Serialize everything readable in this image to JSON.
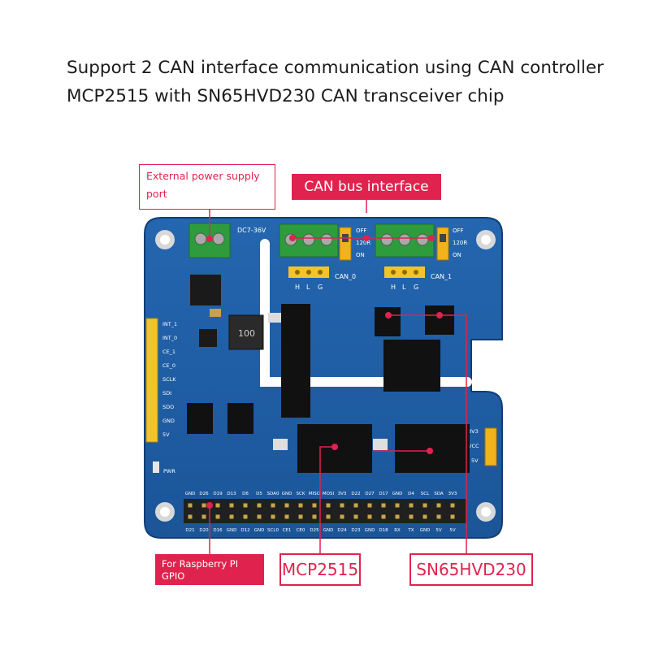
{
  "heading": {
    "line1": "Support 2 CAN interface communication using CAN controller",
    "line2": "MCP2515 with SN65HVD230 CAN transceiver chip"
  },
  "callouts": {
    "power_port": "External power supply port",
    "can_bus": "CAN bus interface",
    "gpio": "For Raspberry PI GPIO",
    "mcp": "MCP2515",
    "transceiver": "SN65HVD230"
  },
  "board": {
    "dc_label": "DC7-36V",
    "can0_label": "CAN_0",
    "can1_label": "CAN_1",
    "hlg": [
      "H",
      "L",
      "G"
    ],
    "switch_labels": [
      "OFF",
      "120R",
      "ON"
    ],
    "inductor_label": "100",
    "left_pins": [
      "INT_1",
      "INT_0",
      "CE_1",
      "CE_0",
      "SCLK",
      "SDI",
      "SDO",
      "GND",
      "5V"
    ],
    "right_pins": [
      "3V3",
      "VCC",
      "5V"
    ],
    "pwr_label": "PWR",
    "top_gpio": [
      "GND",
      "D26",
      "D19",
      "D13",
      "D6",
      "D5",
      "SDA0",
      "GND",
      "SCK",
      "MISO",
      "MOSI",
      "3V3",
      "D22",
      "D27",
      "D17",
      "GND",
      "D4",
      "SCL",
      "SDA",
      "3V3"
    ],
    "bottom_gpio": [
      "D21",
      "D20",
      "D16",
      "GND",
      "D12",
      "GND",
      "SCL0",
      "CE1",
      "CE0",
      "D25",
      "GND",
      "D24",
      "D23",
      "GND",
      "D18",
      "RX",
      "TX",
      "GND",
      "5V",
      "5V"
    ]
  },
  "colors": {
    "accent": "#e0234e",
    "pcb": "#1f5fa8",
    "terminal": "#2e9c3c"
  }
}
